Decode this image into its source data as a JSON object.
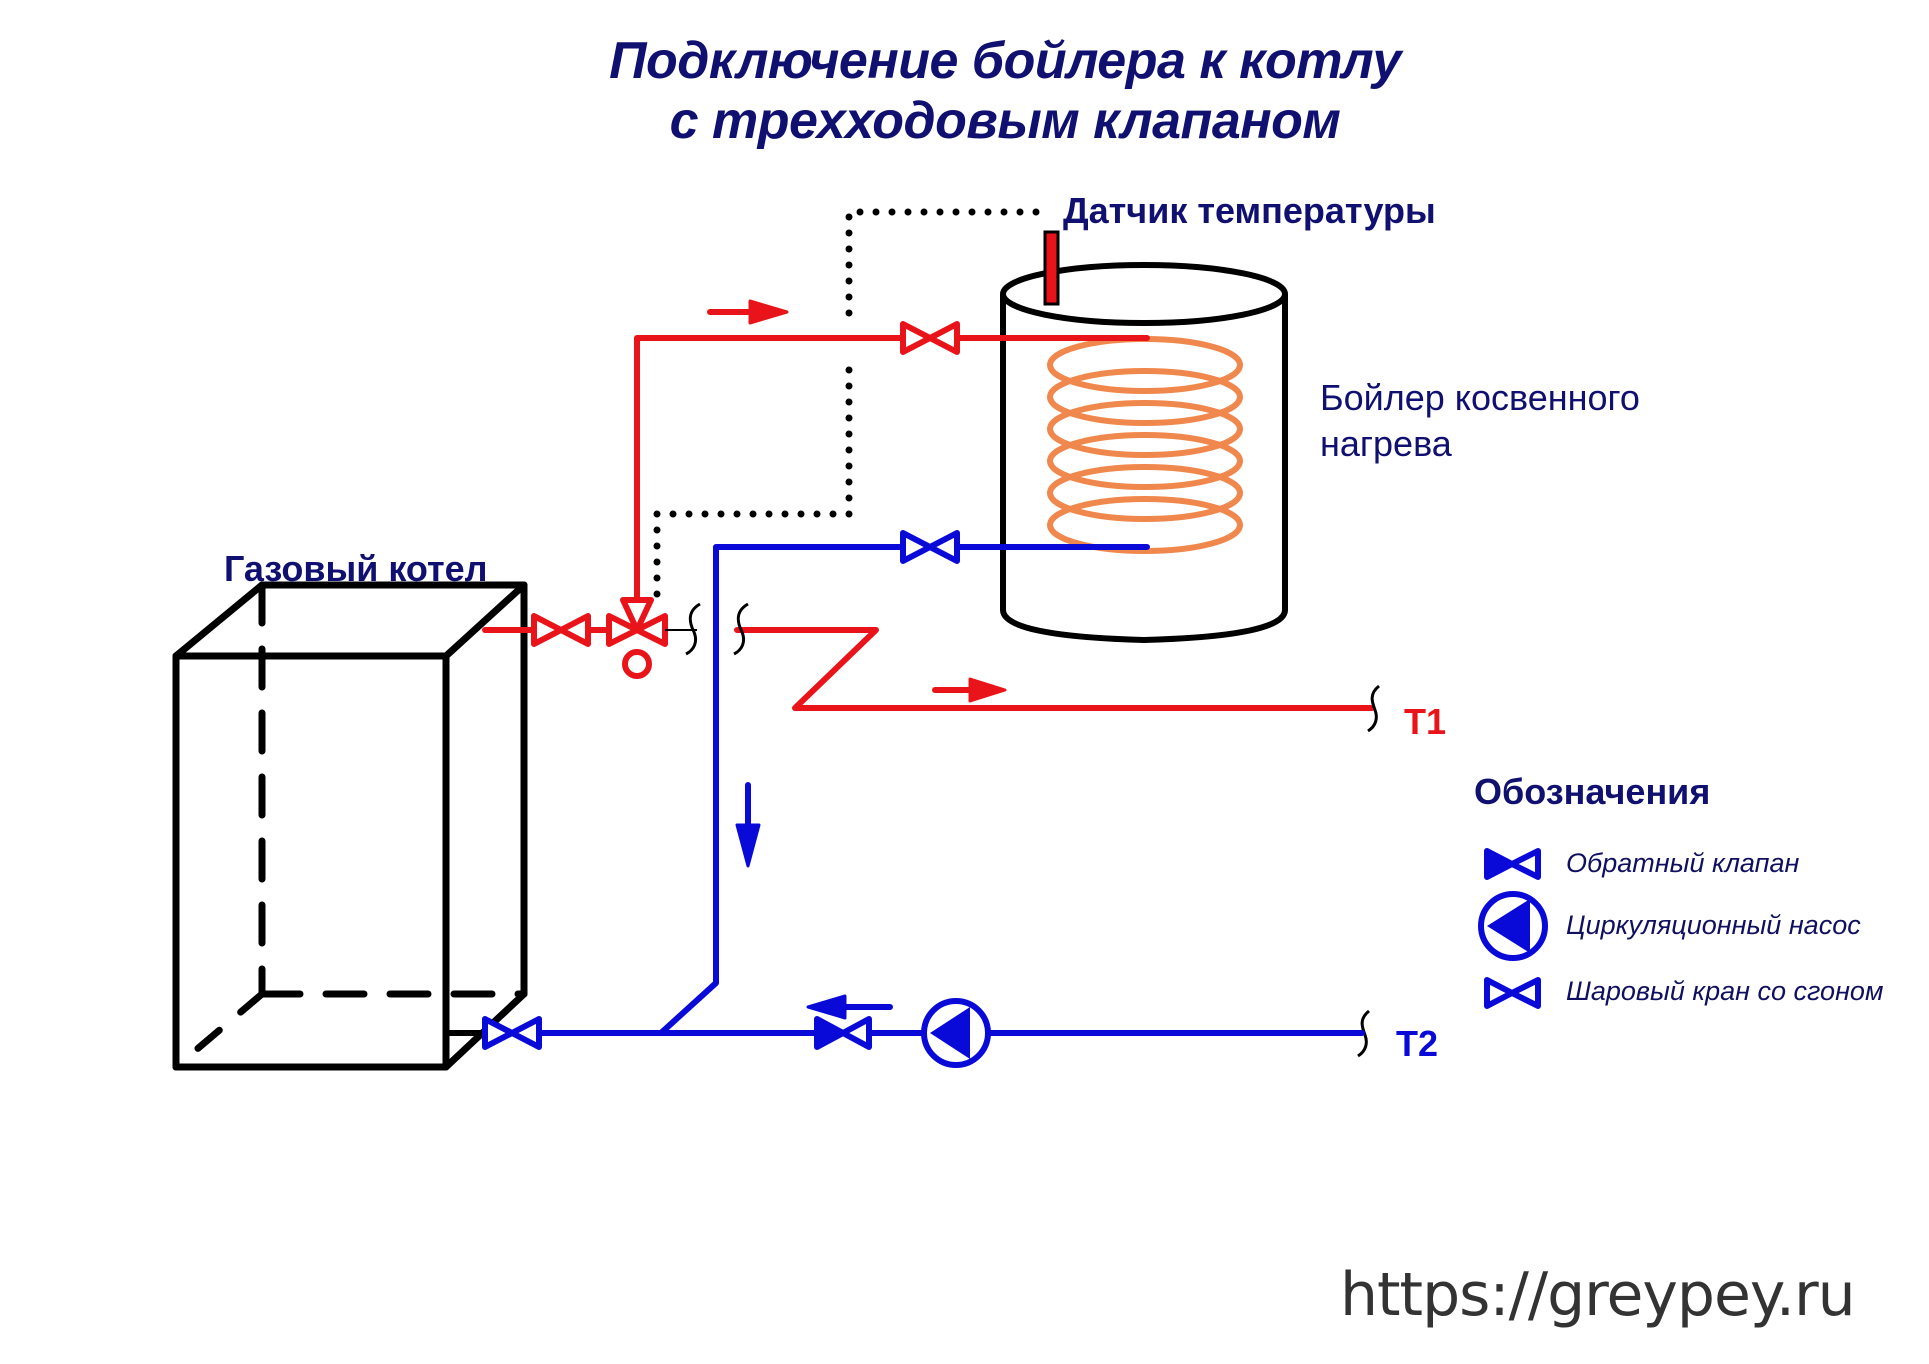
{
  "title": {
    "line1": "Подключение бойлера к котлу",
    "line2": "с трехходовым клапаном"
  },
  "labels": {
    "gas_boiler": "Газовый котел",
    "temperature_sensor": "Датчик температуры",
    "indirect_boiler_line1": "Бойлер косвенного",
    "indirect_boiler_line2": "нагрева",
    "supply_outlet": "T1",
    "return_inlet": "T2"
  },
  "legend": {
    "heading": "Обозначения",
    "items": [
      {
        "icon": "check-valve-icon",
        "label": "Обратный клапан"
      },
      {
        "icon": "circulation-pump-icon",
        "label": "Циркуляционный насос"
      },
      {
        "icon": "ball-valve-icon",
        "label": "Шаровый кран со сгоном"
      }
    ]
  },
  "watermark": "https://greypey.ru",
  "colors": {
    "supply": "#e8141a",
    "return": "#0a0ad8",
    "coil": "#f0884e",
    "outline": "#000000",
    "text": "#101070"
  }
}
